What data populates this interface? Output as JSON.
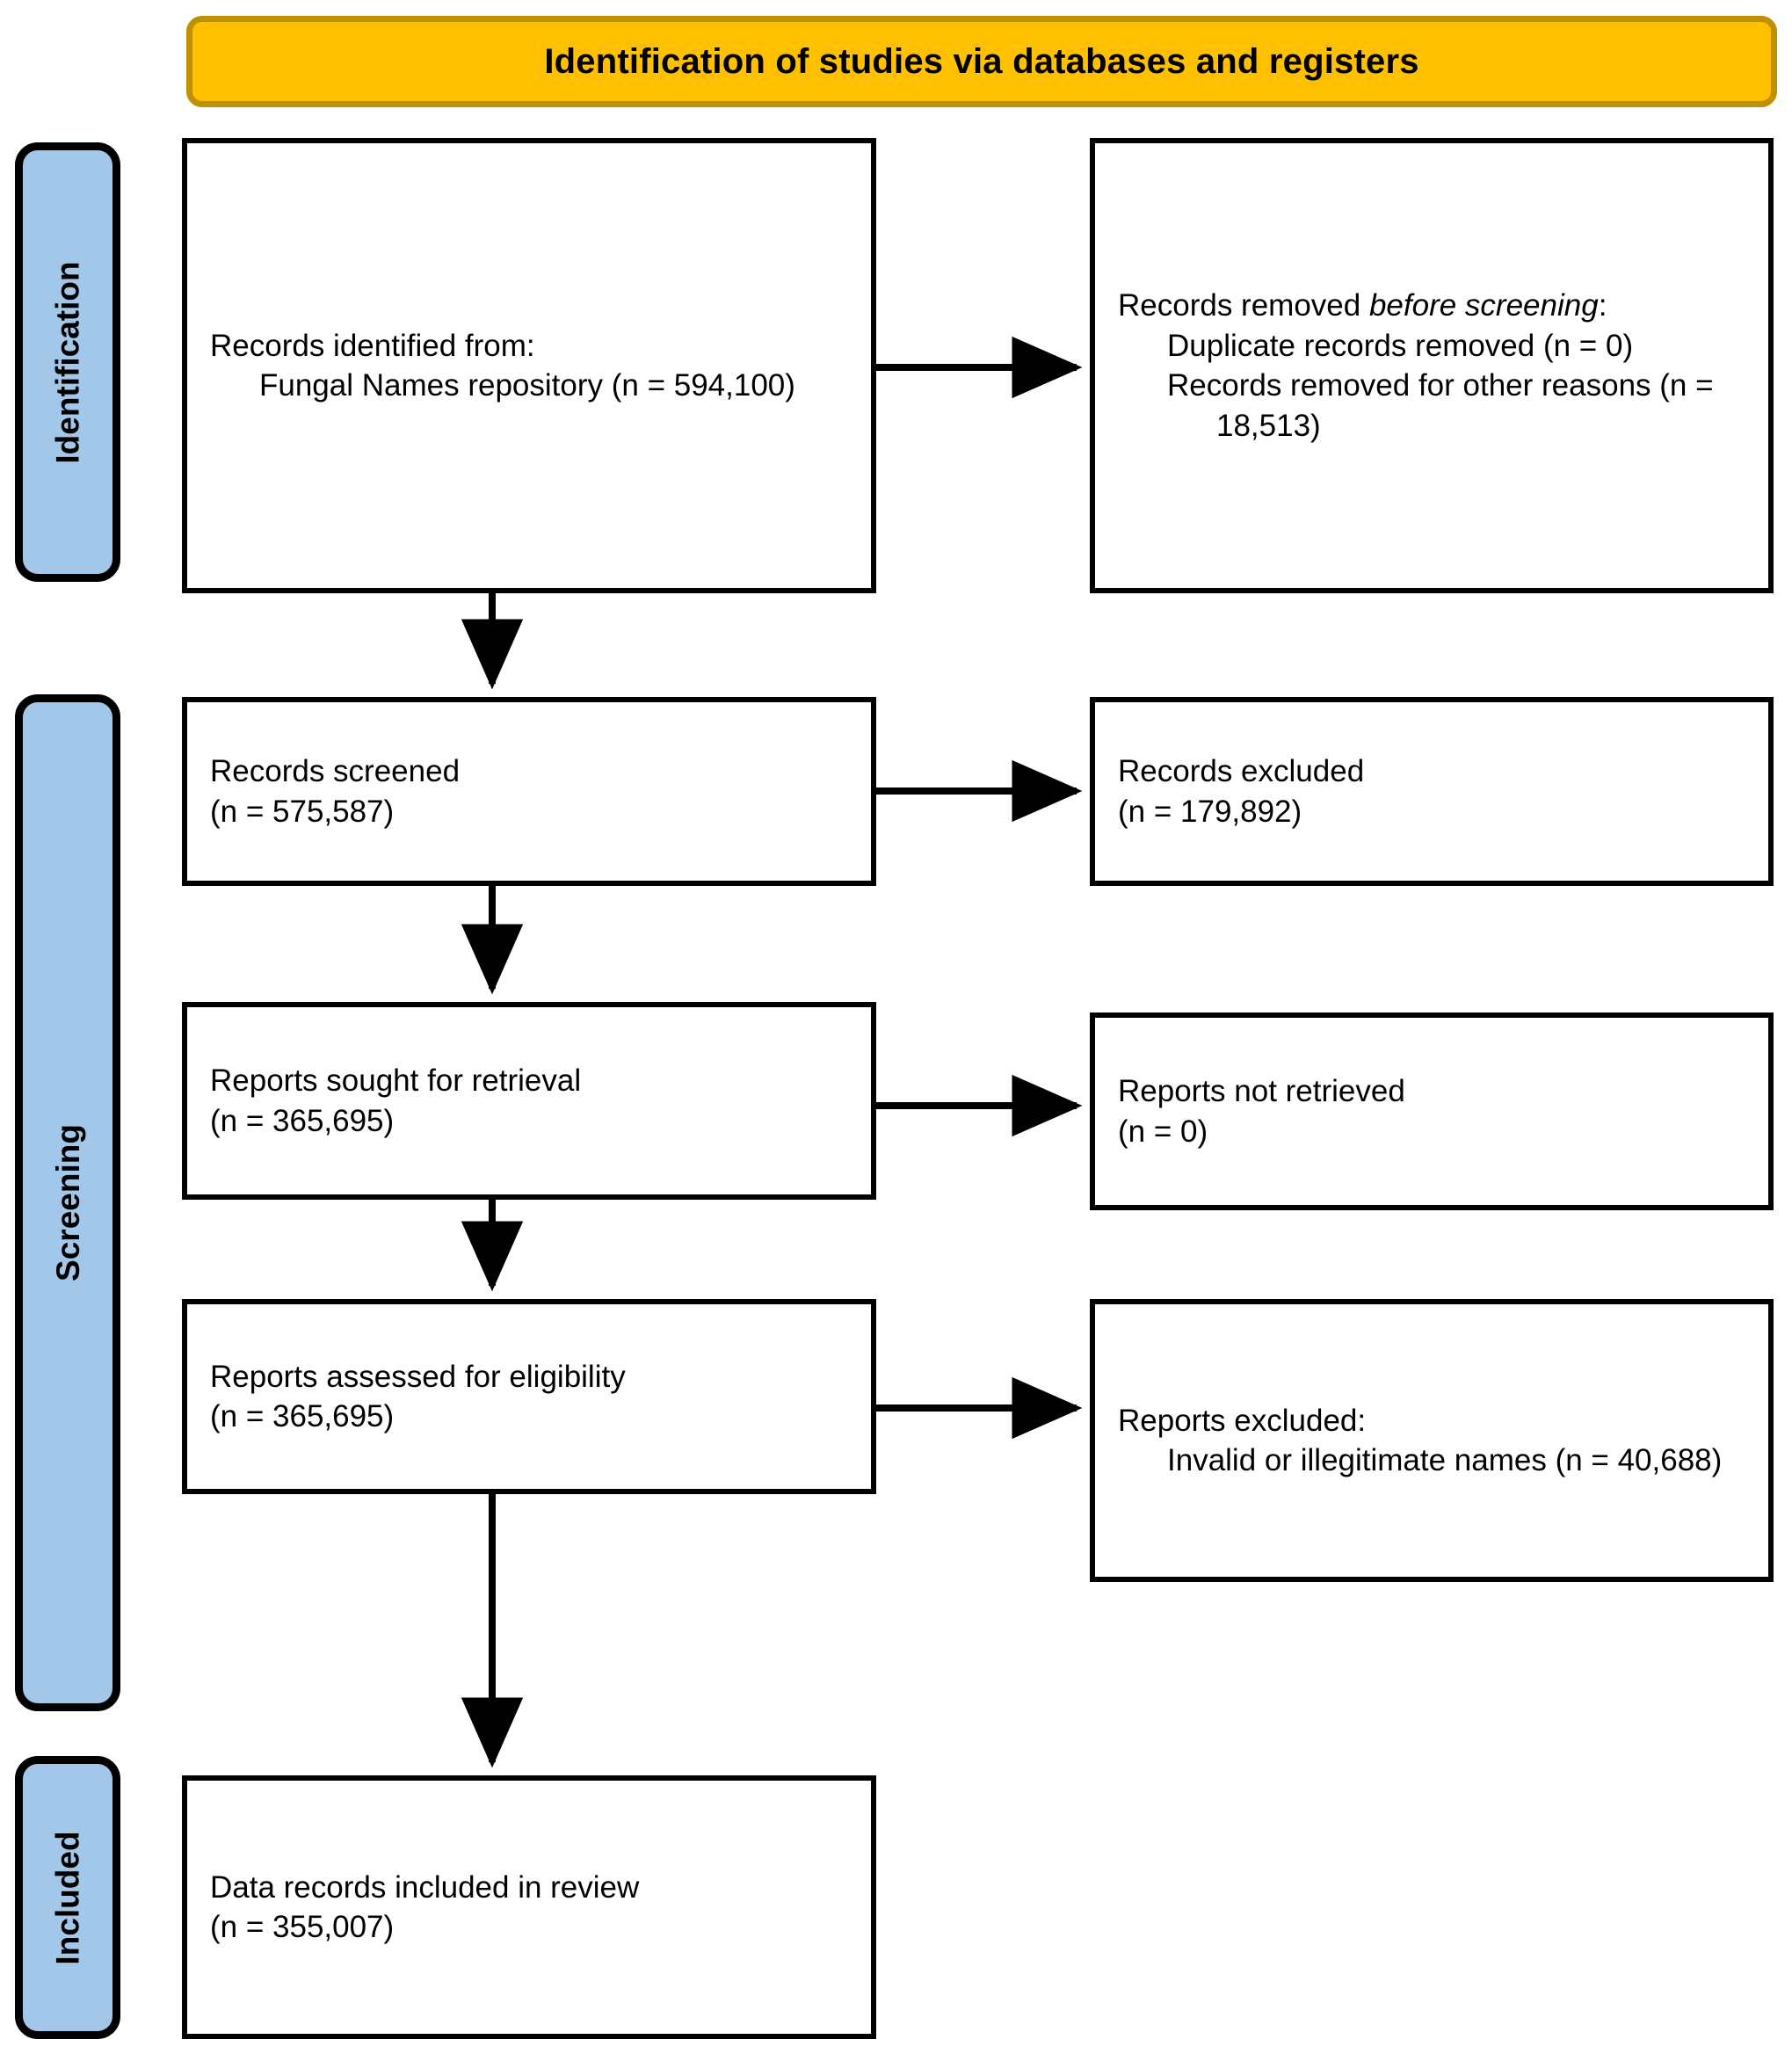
{
  "header": {
    "title": "Identification of studies via databases and registers"
  },
  "theme": {
    "banner_fill": "#FFC000",
    "banner_border": "#BF9000",
    "stage_fill": "#A3C7E8",
    "stage_border": "#000000",
    "box_border": "#000000",
    "box_fill": "#FFFFFF",
    "connector": "#000000"
  },
  "stages": [
    {
      "id": "identification",
      "label": "Identification"
    },
    {
      "id": "screening",
      "label": "Screening"
    },
    {
      "id": "included",
      "label": "Included"
    }
  ],
  "boxes": {
    "identified": {
      "lead": "Records identified from:",
      "sub": [
        "Fungal Names repository (n = 594,100)"
      ]
    },
    "removed_before_screening": {
      "lead_prefix": "Records removed ",
      "lead_italic": "before screening",
      "lead_suffix": ":",
      "sub": [
        "Duplicate records removed (n = 0)",
        "Records removed for other reasons (n = 18,513)"
      ]
    },
    "records_screened": {
      "lead": "Records screened",
      "count": "(n = 575,587)"
    },
    "records_excluded": {
      "lead": "Records excluded",
      "count": "(n = 179,892)"
    },
    "reports_sought": {
      "lead": "Reports sought for retrieval",
      "count": "(n = 365,695)"
    },
    "reports_not_retrieved": {
      "lead": "Reports not retrieved",
      "count": "(n = 0)"
    },
    "reports_assessed": {
      "lead": "Reports assessed for eligibility",
      "count": "(n = 365,695)"
    },
    "reports_excluded": {
      "lead": "Reports excluded:",
      "sub": [
        "Invalid or illegitimate names (n = 40,688)"
      ]
    },
    "included_final": {
      "lead": "Data records included in review",
      "count": "(n = 355,007)"
    }
  },
  "chart_data": {
    "type": "diagram",
    "title": "Identification of studies via databases and registers",
    "nodes": [
      {
        "id": "identified",
        "stage": "Identification",
        "label": "Records identified from: Fungal Names repository",
        "n": 594100
      },
      {
        "id": "removed_before_screening",
        "stage": "Identification",
        "label": "Records removed before screening",
        "n": null
      },
      {
        "id": "duplicates_removed",
        "stage": "Identification",
        "label": "Duplicate records removed",
        "n": 0
      },
      {
        "id": "removed_other_reasons",
        "stage": "Identification",
        "label": "Records removed for other reasons",
        "n": 18513
      },
      {
        "id": "records_screened",
        "stage": "Screening",
        "label": "Records screened",
        "n": 575587
      },
      {
        "id": "records_excluded",
        "stage": "Screening",
        "label": "Records excluded",
        "n": 179892
      },
      {
        "id": "reports_sought",
        "stage": "Screening",
        "label": "Reports sought for retrieval",
        "n": 365695
      },
      {
        "id": "reports_not_retrieved",
        "stage": "Screening",
        "label": "Reports not retrieved",
        "n": 0
      },
      {
        "id": "reports_assessed",
        "stage": "Screening",
        "label": "Reports assessed for eligibility",
        "n": 365695
      },
      {
        "id": "reports_excluded",
        "stage": "Screening",
        "label": "Reports excluded: Invalid or illegitimate names",
        "n": 40688
      },
      {
        "id": "included_final",
        "stage": "Included",
        "label": "Data records included in review",
        "n": 355007
      }
    ],
    "edges": [
      {
        "from": "identified",
        "to": "removed_before_screening",
        "direction": "right"
      },
      {
        "from": "identified",
        "to": "records_screened",
        "direction": "down"
      },
      {
        "from": "records_screened",
        "to": "records_excluded",
        "direction": "right"
      },
      {
        "from": "records_screened",
        "to": "reports_sought",
        "direction": "down"
      },
      {
        "from": "reports_sought",
        "to": "reports_not_retrieved",
        "direction": "right"
      },
      {
        "from": "reports_sought",
        "to": "reports_assessed",
        "direction": "down"
      },
      {
        "from": "reports_assessed",
        "to": "reports_excluded",
        "direction": "right"
      },
      {
        "from": "reports_assessed",
        "to": "included_final",
        "direction": "down"
      }
    ]
  }
}
